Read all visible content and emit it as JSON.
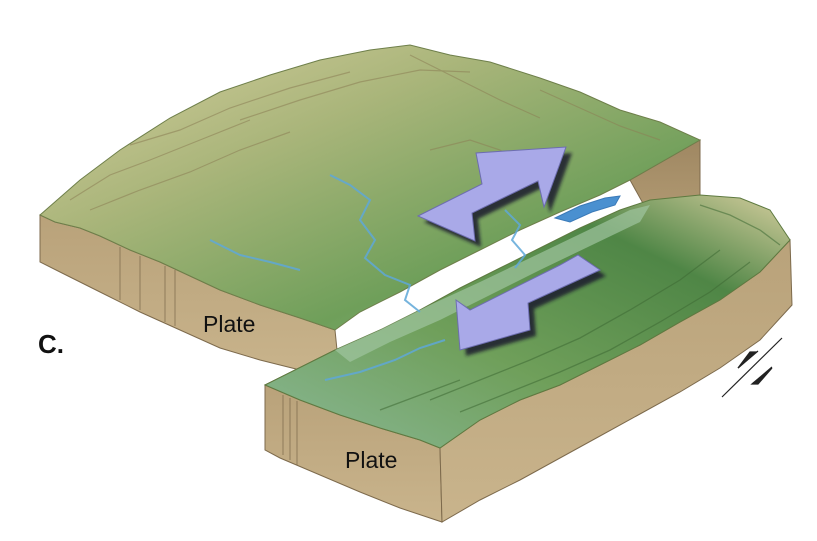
{
  "figure": {
    "panel_label": "C.",
    "plates": [
      {
        "label": "Plate"
      },
      {
        "label": "Plate"
      }
    ],
    "motion_arrows": [
      {
        "direction": "northeast"
      },
      {
        "direction": "southwest"
      }
    ],
    "fault_symbol": {
      "type": "strike-slip half-arrows"
    },
    "colors": {
      "background": "#ffffff",
      "block_side": "#c8b28a",
      "block_side_dark": "#a99068",
      "terrain_green": "#6f9f5a",
      "terrain_highland": "#c9c08a",
      "river": "#5fa8d8",
      "lake": "#4a90d0",
      "arrow_fill": "#a9a9e8",
      "arrow_shadow": "#1e1e2e",
      "text": "#111111"
    }
  }
}
